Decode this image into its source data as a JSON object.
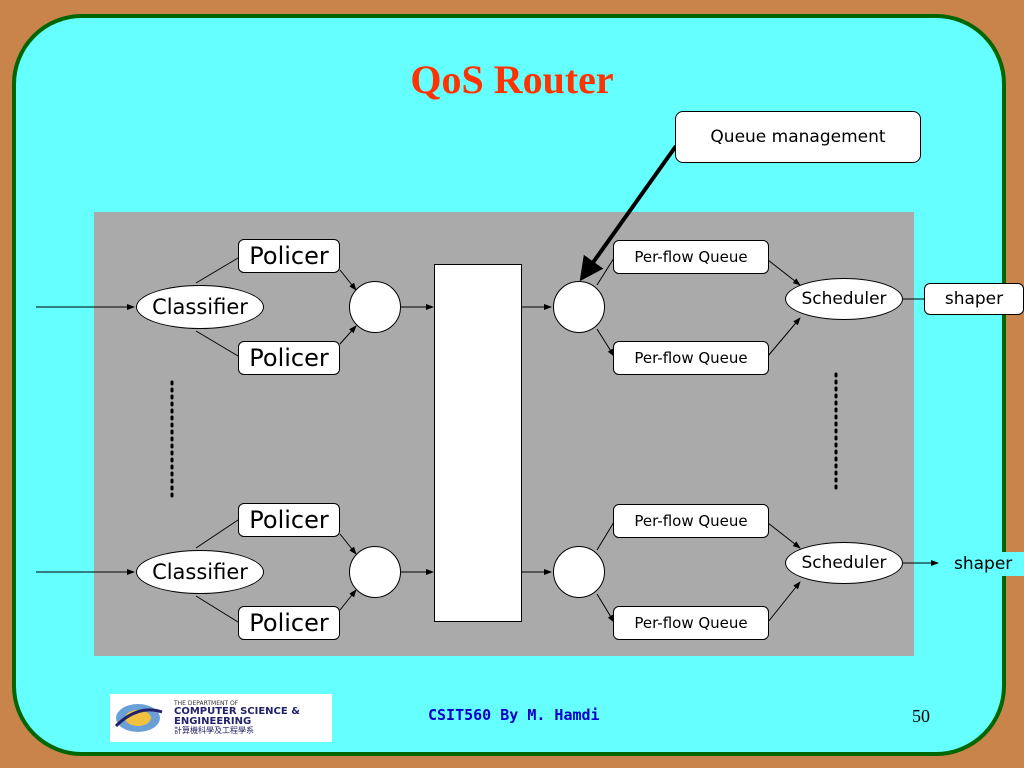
{
  "slide": {
    "title": "QoS Router",
    "footer": "CSIT560 By M. Hamdi",
    "page_number": "50"
  },
  "diagram": {
    "callout": "Queue management",
    "classifier_label": "Classifier",
    "policer_label": "Policer",
    "per_flow_queue_label": "Per-flow Queue",
    "scheduler_label": "Scheduler",
    "shaper_label": "shaper"
  },
  "logo": {
    "line1": "THE DEPARTMENT OF",
    "line2": "COMPUTER SCIENCE &",
    "line3": "ENGINEERING",
    "line4": "計算機科學及工程學系"
  },
  "colors": {
    "background": "#c8844a",
    "slide": "#66ffff",
    "slide_border": "#006600",
    "title": "#ff3300",
    "panel": "#aaaaaa",
    "footer_text": "#0000cc"
  }
}
